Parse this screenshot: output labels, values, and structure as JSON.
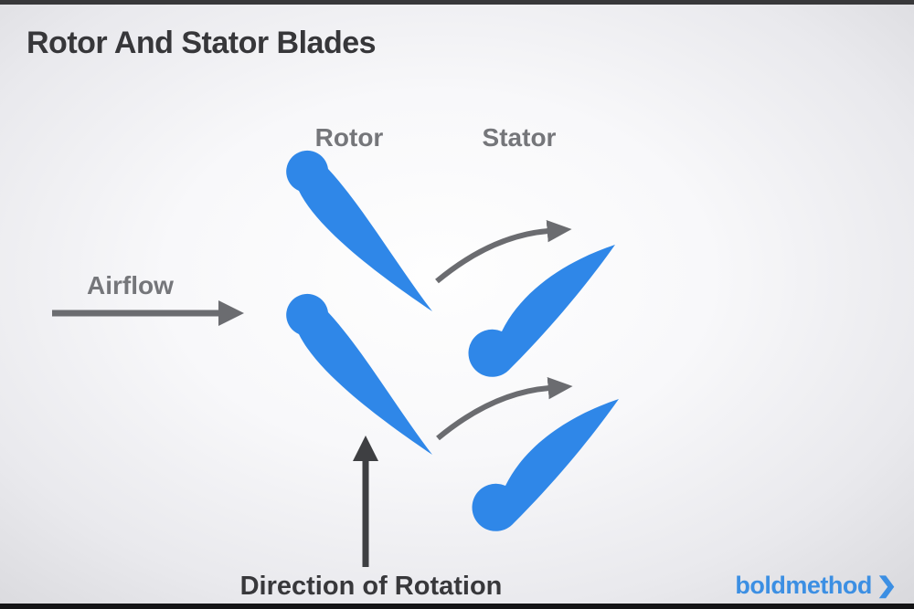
{
  "slide": {
    "title": "Rotor And Stator Blades",
    "labels": {
      "rotor": "Rotor",
      "stator": "Stator",
      "airflow": "Airflow",
      "direction_of_rotation": "Direction of Rotation"
    },
    "branding": {
      "name": "boldmethod",
      "chevron": "❯"
    },
    "diagram": {
      "rotor_blade_count": 2,
      "stator_blade_count": 2,
      "flow_arrow_count": 2
    },
    "colors": {
      "blade_blue": "#2f87e8",
      "flow_arrow_gray": "#6b6c70",
      "airflow_arrow_gray": "#6b6c70",
      "direction_arrow_dark": "#3e3f42",
      "title_text": "#37373a",
      "label_gray": "#75767a",
      "direction_text": "#38383b",
      "brand_blue": "#3c8fe3"
    }
  }
}
